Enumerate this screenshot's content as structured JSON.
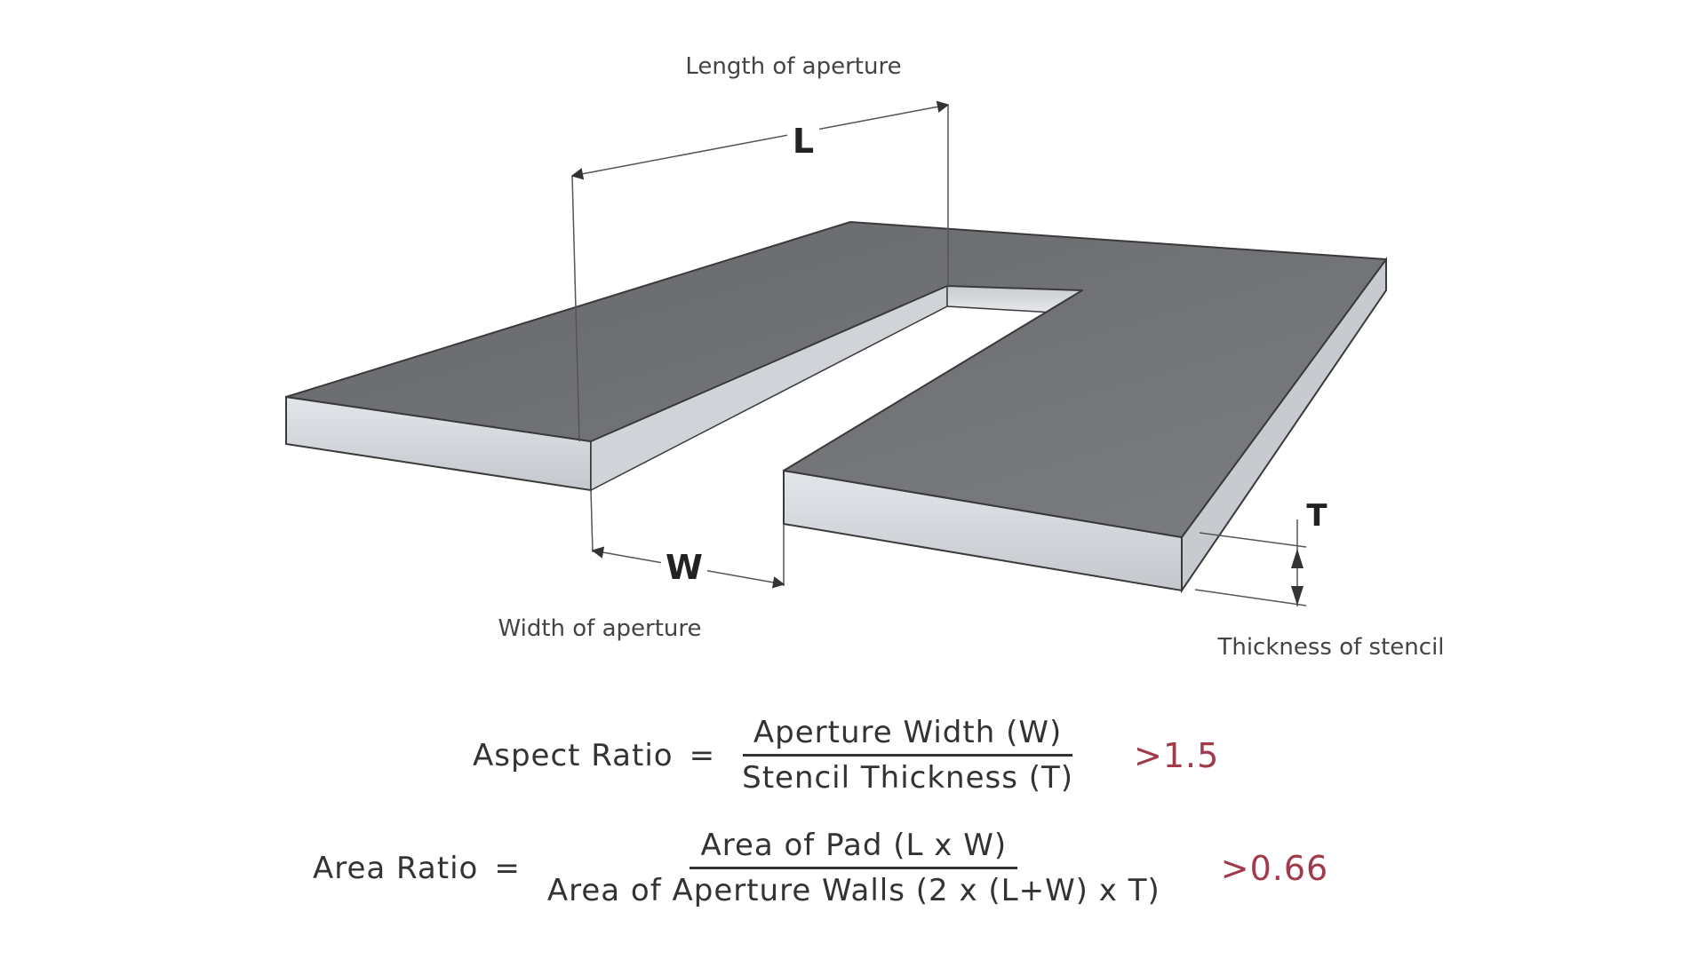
{
  "labels": {
    "length_caption": "Length of aperture",
    "length_symbol": "L",
    "width_caption": "Width of aperture",
    "width_symbol": "W",
    "thickness_caption": "Thickness of stencil",
    "thickness_symbol": "T"
  },
  "formulas": {
    "aspect": {
      "name": "Aspect Ratio",
      "equals": "=",
      "numerator": "Aperture Width (W)",
      "denominator": "Stencil Thickness (T)",
      "threshold": ">1.5"
    },
    "area": {
      "name": "Area Ratio",
      "equals": "=",
      "numerator": "Area of Pad (L x W)",
      "denominator": "Area of Aperture Walls (2 x (L+W) x T)",
      "threshold": ">0.66"
    }
  },
  "colors": {
    "top_surface": "#6e7074",
    "side_face": "#d5d8dc",
    "edge": "#3a3a3a",
    "dimension_line": "#555555",
    "threshold": "#a13a4a"
  }
}
